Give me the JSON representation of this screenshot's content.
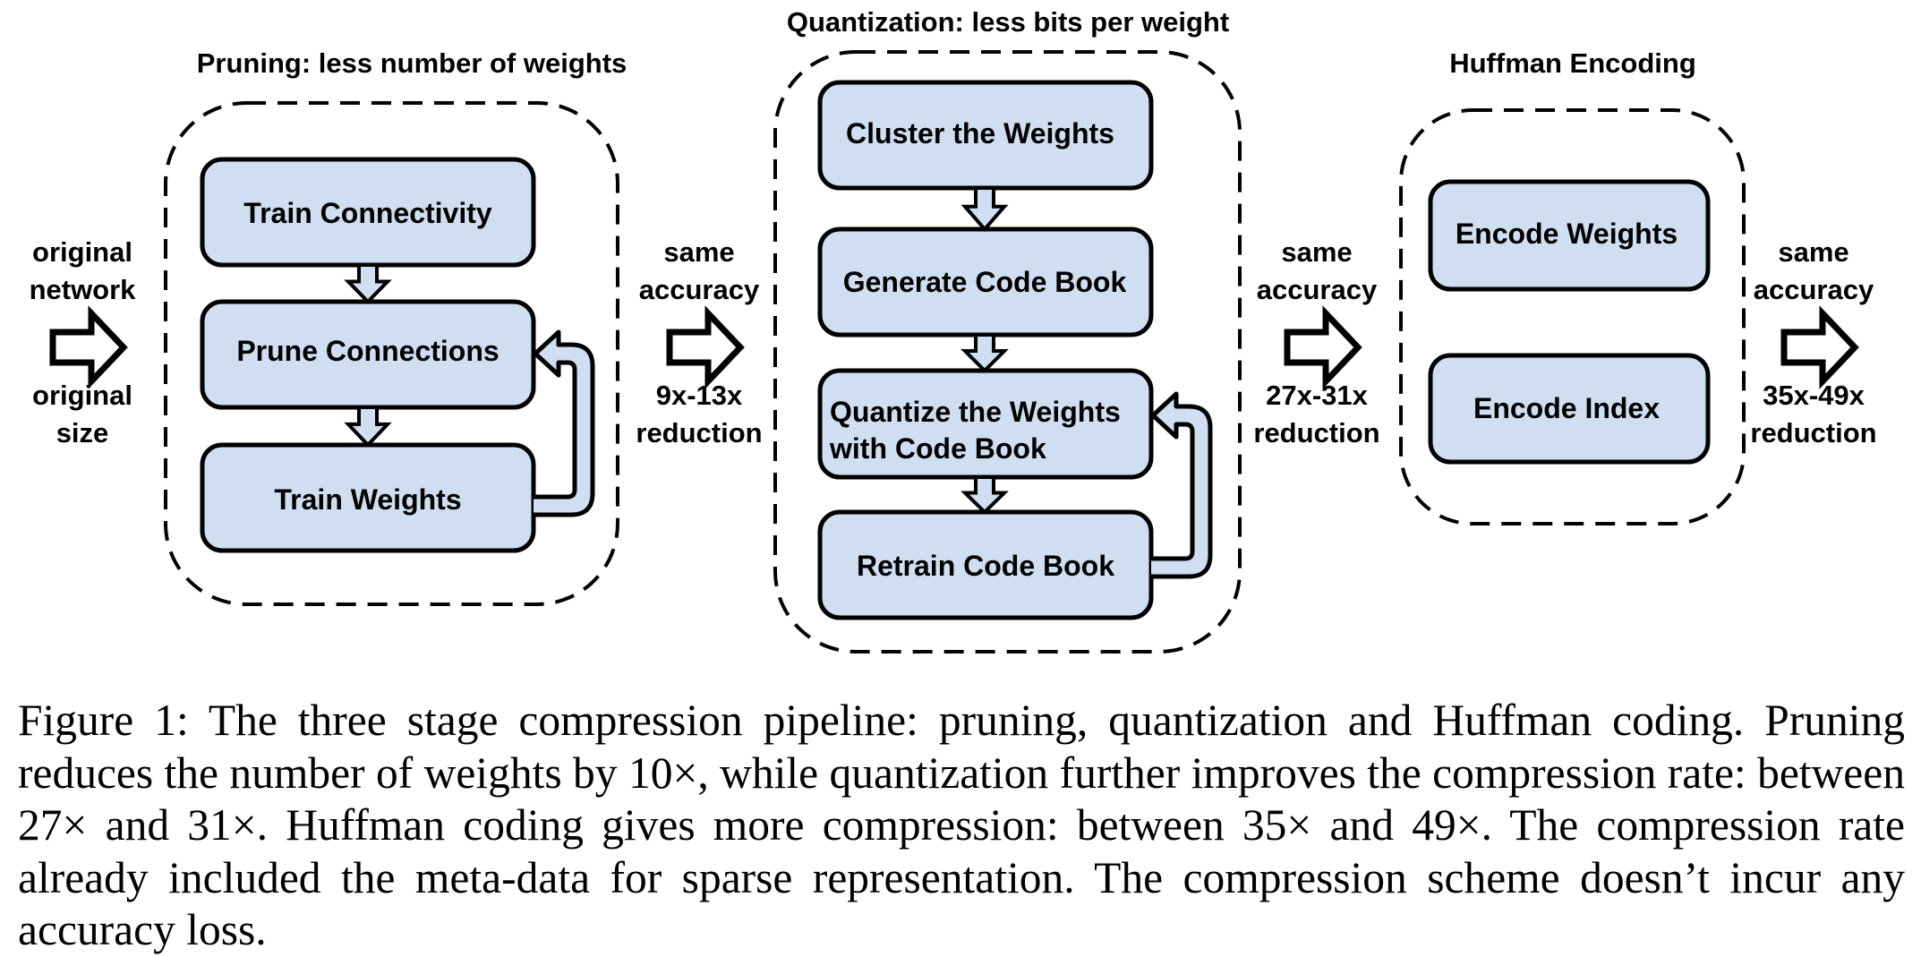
{
  "colors": {
    "box_fill": "#cfdff1",
    "stroke": "#000000",
    "background": "#ffffff"
  },
  "stages": [
    {
      "id": "pruning",
      "title": "Pruning: less number of weights",
      "steps": [
        "Train Connectivity",
        "Prune Connections",
        "Train Weights"
      ],
      "feedback_loop": {
        "from": "Train Weights",
        "to": "Prune Connections"
      }
    },
    {
      "id": "quantization",
      "title": "Quantization: less bits per weight",
      "steps": [
        "Cluster the Weights",
        "Generate Code Book",
        "Quantize the Weights with Code Book",
        "Retrain Code Book"
      ],
      "step_lines": {
        "2": [
          "Quantize the Weights",
          "with Code Book"
        ]
      },
      "feedback_loop": {
        "from": "Retrain Code Book",
        "to": "Quantize the Weights with Code Book"
      }
    },
    {
      "id": "huffman",
      "title": "Huffman Encoding",
      "steps": [
        "Encode Weights",
        "Encode Index"
      ]
    }
  ],
  "transitions": [
    {
      "top": [
        "original",
        "network"
      ],
      "bottom": [
        "original",
        "size"
      ]
    },
    {
      "top": [
        "same",
        "accuracy"
      ],
      "bottom": [
        "9x-13x",
        "reduction"
      ]
    },
    {
      "top": [
        "same",
        "accuracy"
      ],
      "bottom": [
        "27x-31x",
        "reduction"
      ]
    },
    {
      "top": [
        "same",
        "accuracy"
      ],
      "bottom": [
        "35x-49x",
        "reduction"
      ]
    }
  ],
  "caption": "Figure 1: The three stage compression pipeline: pruning, quantization and Huffman coding. Pruning reduces the number of weights by 10×, while quantization further improves the compression rate: between 27× and 31×. Huffman coding gives more compression: between 35× and 49×. The compression rate already included the meta-data for sparse representation. The compression scheme doesn’t incur any accuracy loss."
}
